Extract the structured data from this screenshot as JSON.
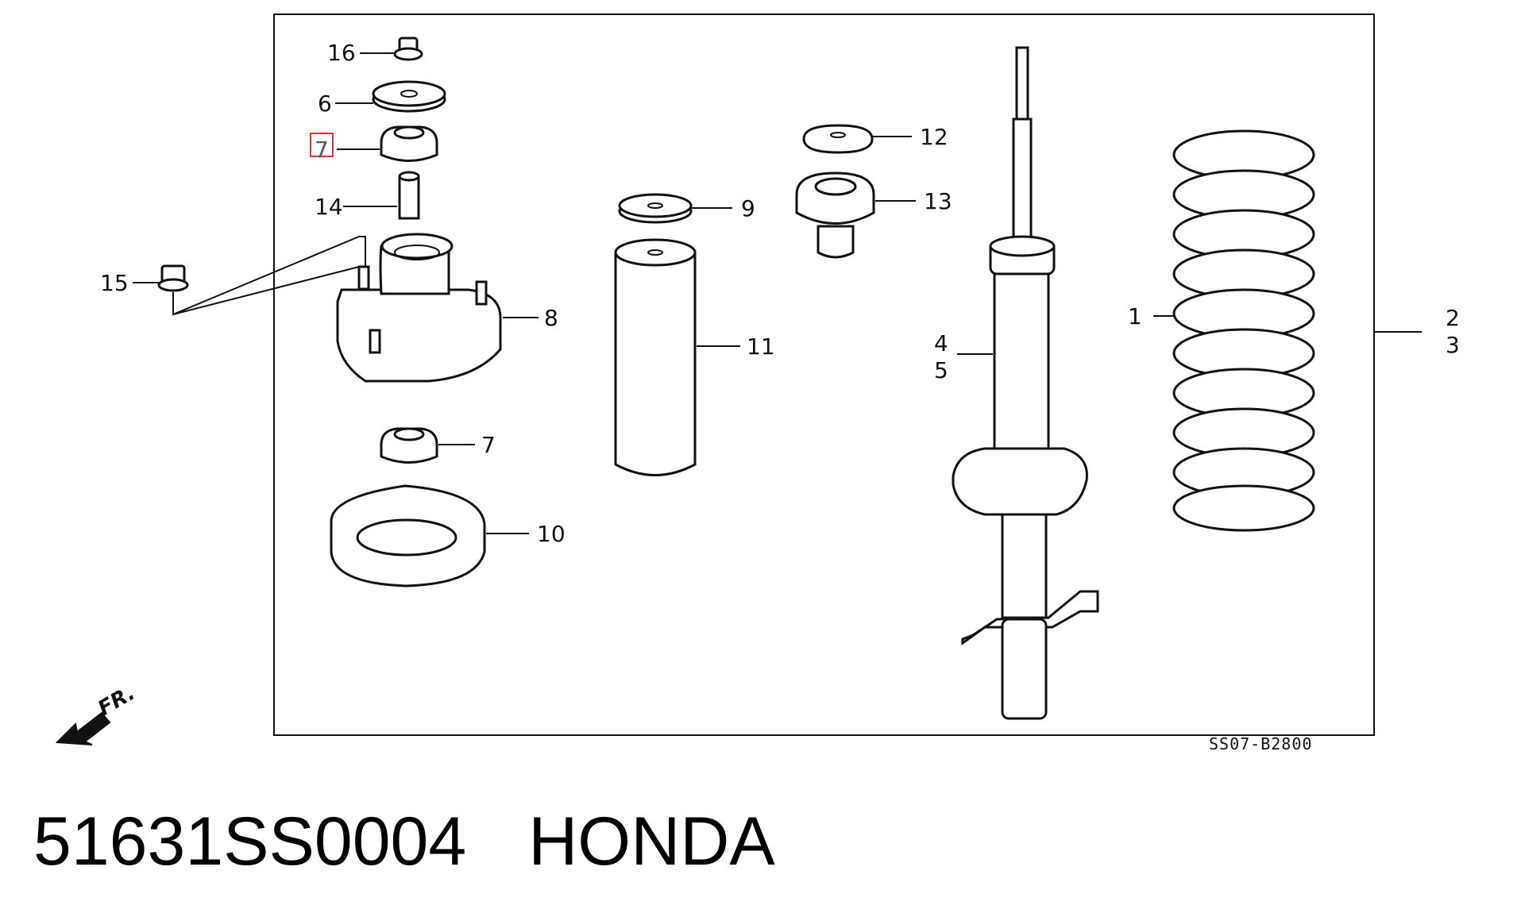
{
  "drawing_code": "SS07-B2800",
  "front_label": "FR.",
  "caption": {
    "part_number": "51631SS0004",
    "brand": "HONDA"
  },
  "highlight_color": "#e03030",
  "callouts": {
    "c1": "1",
    "c2": "2",
    "c3": "3",
    "c4": "4",
    "c5": "5",
    "c6": "6",
    "c7_top": "7",
    "c7_lower": "7",
    "c8": "8",
    "c9": "9",
    "c10": "10",
    "c11": "11",
    "c12": "12",
    "c13": "13",
    "c14": "14",
    "c15": "15",
    "c16": "16"
  }
}
